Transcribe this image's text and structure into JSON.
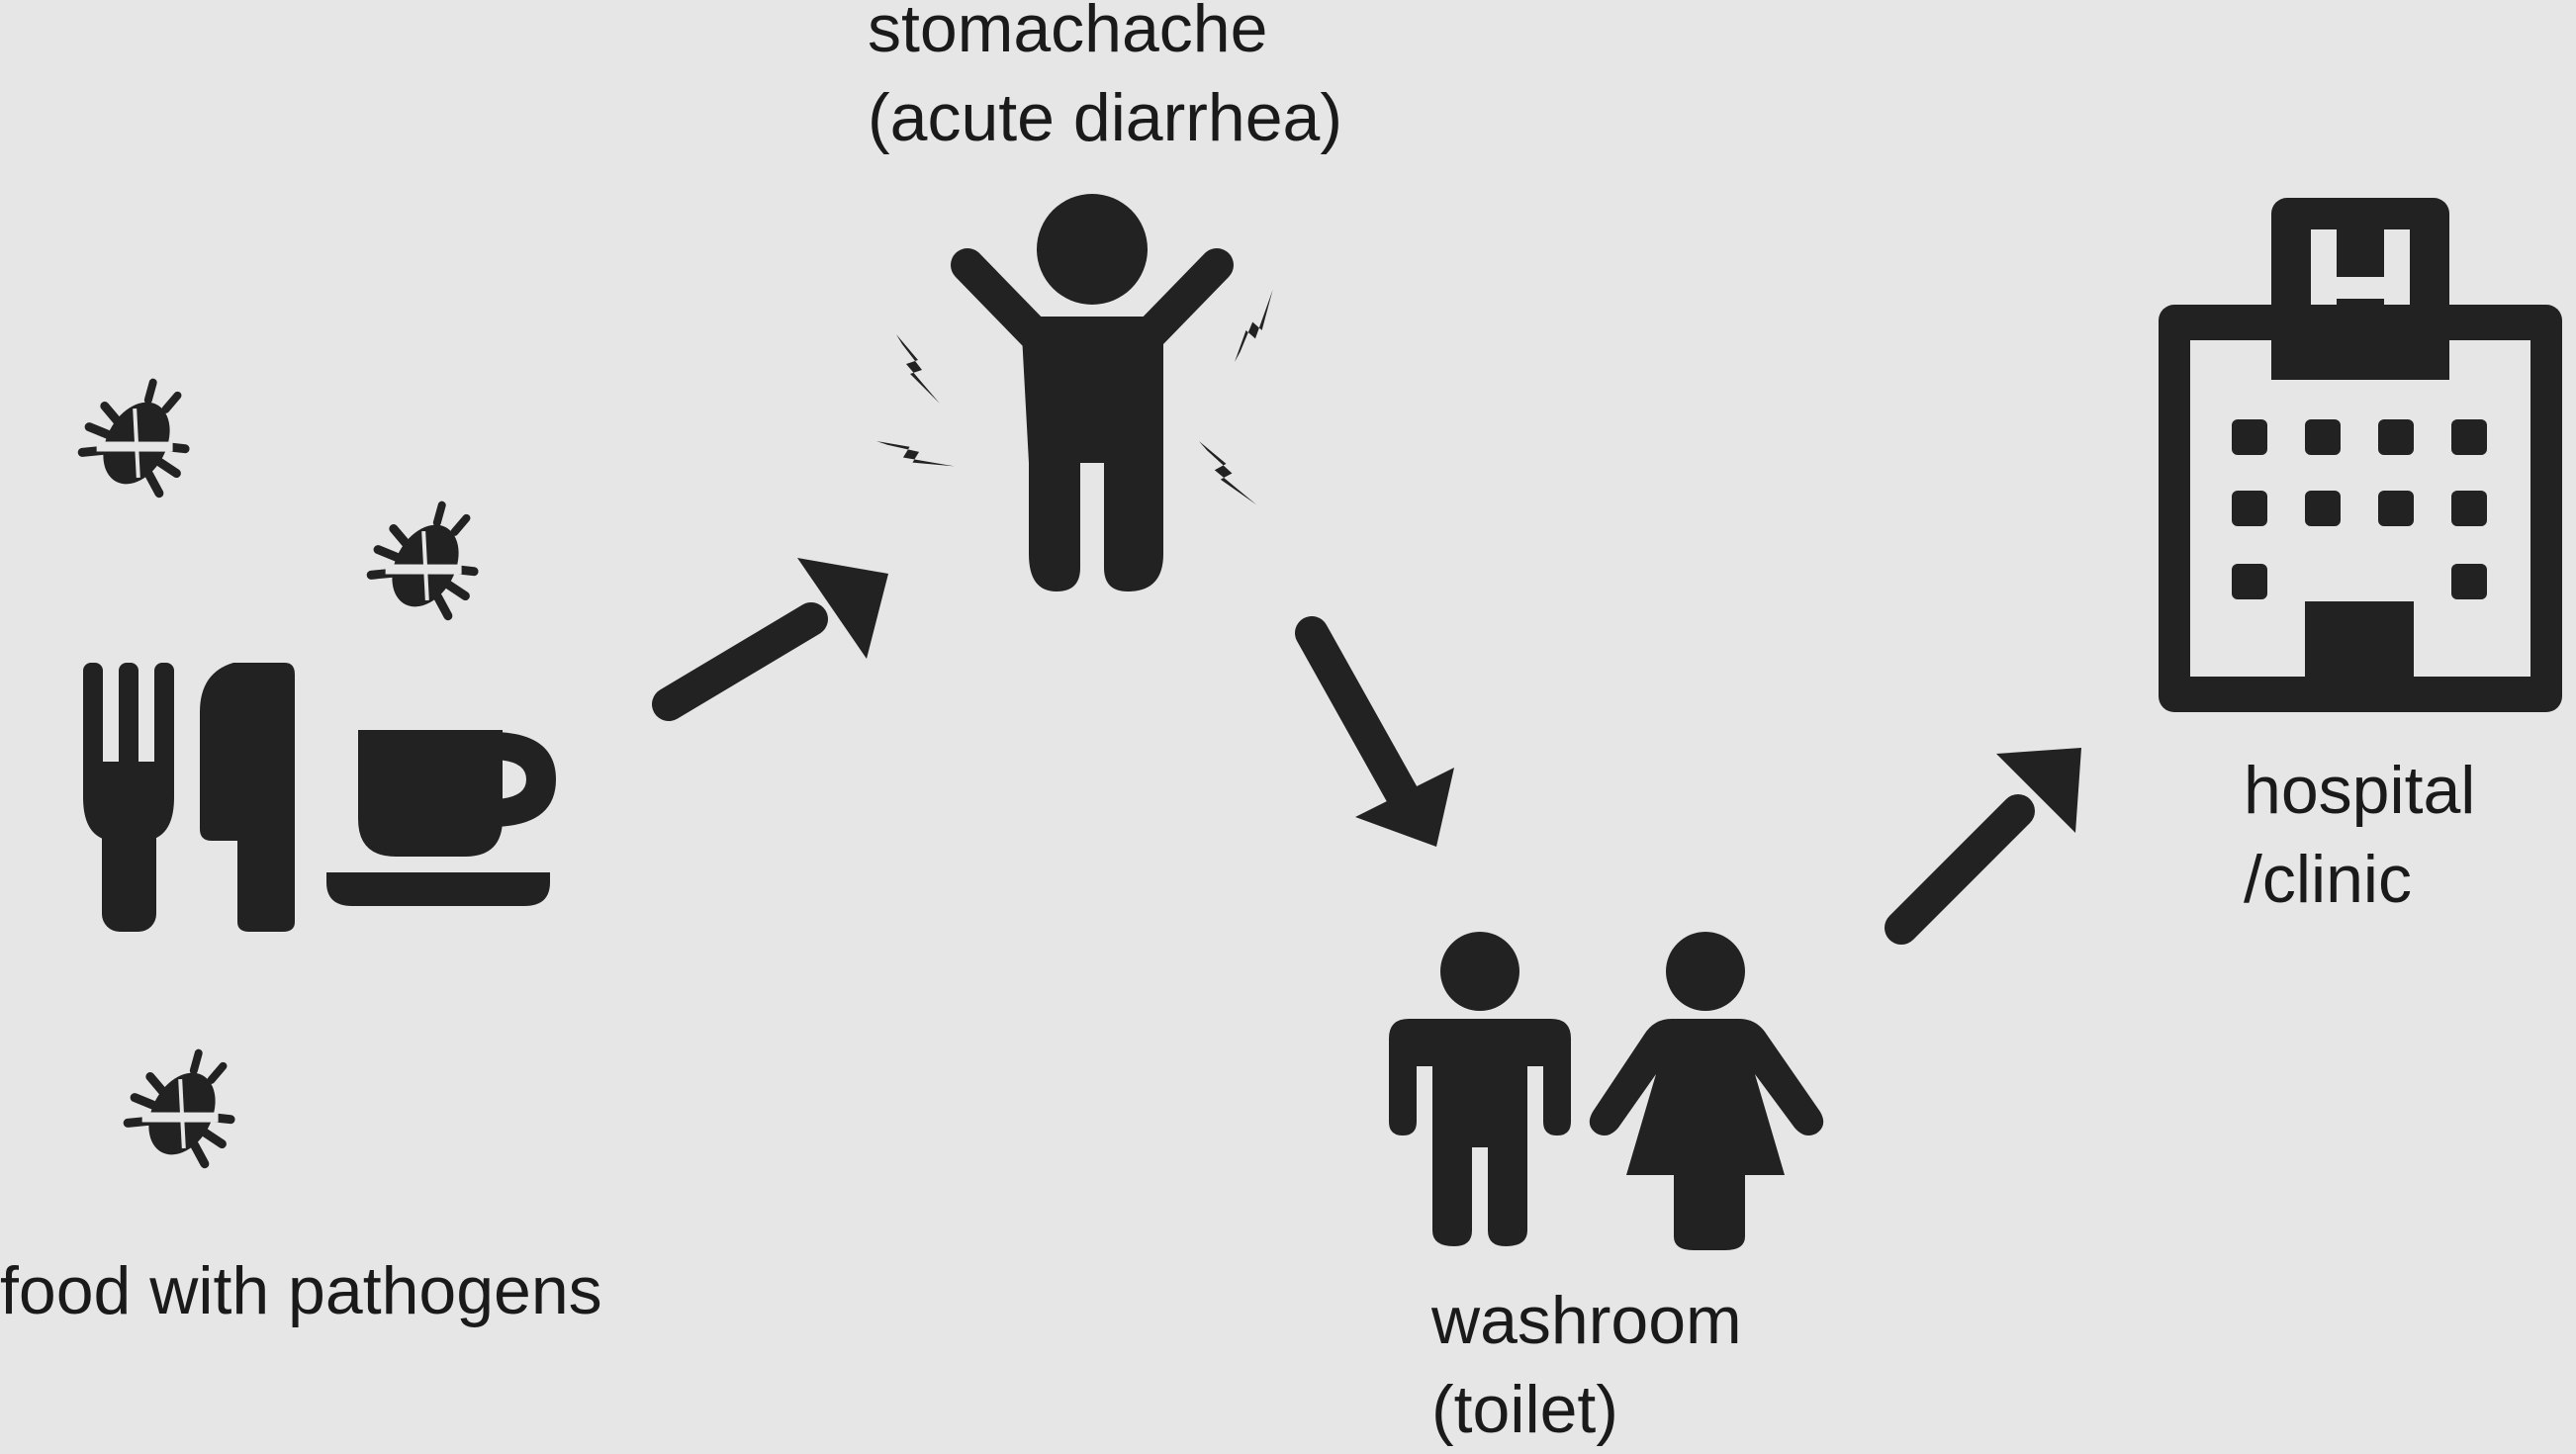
{
  "nodes": {
    "food": {
      "icon": "food-utensils-coffee-icon",
      "label": "food with pathogens"
    },
    "stomach": {
      "icon": "person-in-pain-icon",
      "label_line1": "stomachache",
      "label_line2": "(acute diarrhea)"
    },
    "washroom": {
      "icon": "restroom-man-woman-icon",
      "label_line1": "washroom",
      "label_line2": "(toilet)"
    },
    "hospital": {
      "icon": "hospital-building-icon",
      "label_line1": "hospital",
      "label_line2": "/clinic"
    }
  },
  "colors": {
    "background": "#e6e6e6",
    "icon": "#222222"
  }
}
